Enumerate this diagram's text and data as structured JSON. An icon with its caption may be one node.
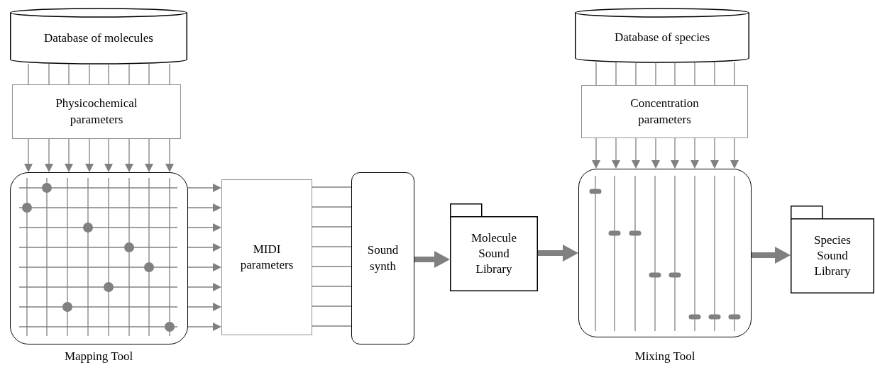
{
  "diagram": {
    "nodes": [
      {
        "text": [
          "Database of molecules"
        ]
      },
      {
        "text": [
          "Physicochemical parameters"
        ]
      },
      {
        "text": [],
        "shape": "box",
        "beside": [
          "Mapping Tool"
        ]
      },
      {
        "text": [
          "MIDI parameters"
        ]
      },
      {
        "text": [
          "Sound synth"
        ]
      },
      {
        "text": [
          "Molecule Sound Library"
        ]
      },
      {
        "text": [
          "Database of species"
        ]
      },
      {
        "text": [
          "Concentration parameters"
        ]
      },
      {
        "text": [],
        "shape": "box",
        "beside": [
          "Mixing Tool"
        ]
      },
      {
        "text": [
          "Species Sound Library"
        ]
      }
    ],
    "edges": [
      {
        "from": 0,
        "to": 1,
        "arrow": "none"
      },
      {
        "from": 0,
        "to": 1,
        "arrow": "none"
      },
      {
        "from": 0,
        "to": 1,
        "arrow": "none"
      },
      {
        "from": 0,
        "to": 1,
        "arrow": "none"
      },
      {
        "from": 0,
        "to": 1,
        "arrow": "none"
      },
      {
        "from": 0,
        "to": 1,
        "arrow": "none"
      },
      {
        "from": 0,
        "to": 1,
        "arrow": "none"
      },
      {
        "from": 0,
        "to": 1,
        "arrow": "none"
      },
      {
        "from": 1,
        "to": 2,
        "arrow": "to"
      },
      {
        "from": 1,
        "to": 2,
        "arrow": "to"
      },
      {
        "from": 1,
        "to": 2,
        "arrow": "to"
      },
      {
        "from": 1,
        "to": 2,
        "arrow": "to"
      },
      {
        "from": 1,
        "to": 2,
        "arrow": "to"
      },
      {
        "from": 1,
        "to": 2,
        "arrow": "to"
      },
      {
        "from": 1,
        "to": 2,
        "arrow": "to"
      },
      {
        "from": 1,
        "to": 2,
        "arrow": "to"
      },
      {
        "from": 2,
        "to": 3,
        "arrow": "to"
      },
      {
        "from": 2,
        "to": 3,
        "arrow": "to"
      },
      {
        "from": 2,
        "to": 3,
        "arrow": "to"
      },
      {
        "from": 2,
        "to": 3,
        "arrow": "to"
      },
      {
        "from": 2,
        "to": 3,
        "arrow": "to"
      },
      {
        "from": 2,
        "to": 3,
        "arrow": "to"
      },
      {
        "from": 2,
        "to": 3,
        "arrow": "to"
      },
      {
        "from": 2,
        "to": 3,
        "arrow": "to"
      },
      {
        "from": 3,
        "to": 4,
        "arrow": "none"
      },
      {
        "from": 3,
        "to": 4,
        "arrow": "none"
      },
      {
        "from": 3,
        "to": 4,
        "arrow": "none"
      },
      {
        "from": 3,
        "to": 4,
        "arrow": "none"
      },
      {
        "from": 3,
        "to": 4,
        "arrow": "none"
      },
      {
        "from": 3,
        "to": 4,
        "arrow": "none"
      },
      {
        "from": 3,
        "to": 4,
        "arrow": "none"
      },
      {
        "from": 3,
        "to": 4,
        "arrow": "none"
      },
      {
        "from": 4,
        "to": 5,
        "arrow": "to",
        "style": "thick"
      },
      {
        "from": 6,
        "to": 7,
        "arrow": "none"
      },
      {
        "from": 6,
        "to": 7,
        "arrow": "none"
      },
      {
        "from": 6,
        "to": 7,
        "arrow": "none"
      },
      {
        "from": 6,
        "to": 7,
        "arrow": "none"
      },
      {
        "from": 6,
        "to": 7,
        "arrow": "none"
      },
      {
        "from": 6,
        "to": 7,
        "arrow": "none"
      },
      {
        "from": 6,
        "to": 7,
        "arrow": "none"
      },
      {
        "from": 6,
        "to": 7,
        "arrow": "none"
      },
      {
        "from": 7,
        "to": 8,
        "arrow": "to"
      },
      {
        "from": 7,
        "to": 8,
        "arrow": "to"
      },
      {
        "from": 7,
        "to": 8,
        "arrow": "to"
      },
      {
        "from": 7,
        "to": 8,
        "arrow": "to"
      },
      {
        "from": 7,
        "to": 8,
        "arrow": "to"
      },
      {
        "from": 7,
        "to": 8,
        "arrow": "to"
      },
      {
        "from": 7,
        "to": 8,
        "arrow": "to"
      },
      {
        "from": 7,
        "to": 8,
        "arrow": "to"
      },
      {
        "from": 5,
        "to": 8,
        "arrow": "to",
        "style": "thick"
      },
      {
        "from": 8,
        "to": 9,
        "arrow": "to",
        "style": "thick"
      }
    ]
  }
}
